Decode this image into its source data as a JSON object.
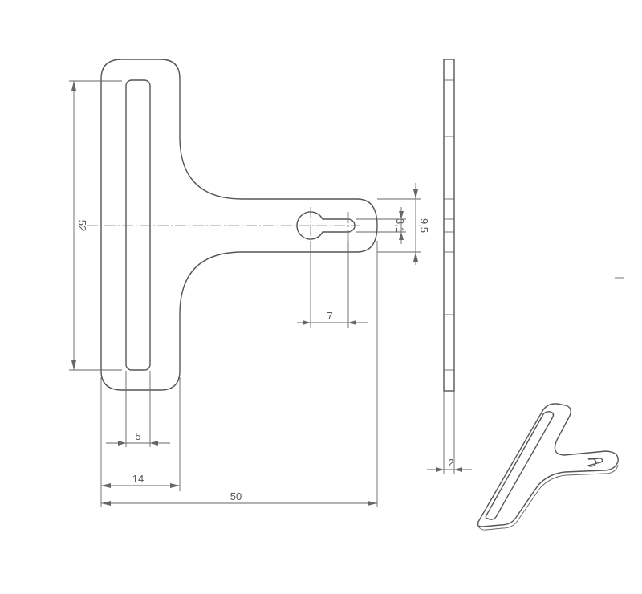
{
  "dimensions": {
    "overall_height": "52",
    "overall_length": "50",
    "head_width": "14",
    "slot_width": "5",
    "keyhole_pitch": "7",
    "slot_small_width": "3,1",
    "stem_width": "9,5",
    "thickness": "2"
  },
  "colors": {
    "line": "#555555",
    "background": "#ffffff"
  }
}
